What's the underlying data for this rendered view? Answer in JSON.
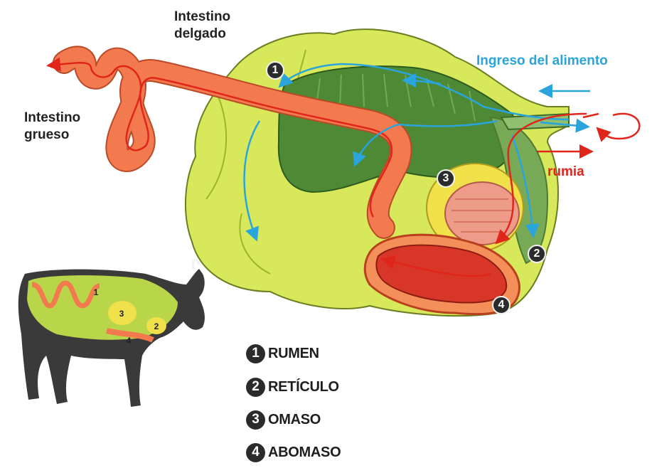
{
  "labels": {
    "small_intestine": "Intestino\ndelgado",
    "large_intestine": "Intestino\ngrueso",
    "food_intake": "Ingreso del alimento",
    "rumination": "rumia"
  },
  "chambers": [
    {
      "number": "1",
      "name": "RUMEN"
    },
    {
      "number": "2",
      "name": "RETÍCULO"
    },
    {
      "number": "3",
      "name": "OMASO"
    },
    {
      "number": "4",
      "name": "ABOMASO"
    }
  ],
  "colors": {
    "rumen": "#d7e85a",
    "rumen_inner": "#4e8a35",
    "omaso": "#f0e04a",
    "abomaso": "#d9362a",
    "intestine": "#f37a4e",
    "flow_arrow": "#2aa4dc",
    "rumination_arrow": "#e0251b",
    "cow": "#3a3a3a"
  }
}
